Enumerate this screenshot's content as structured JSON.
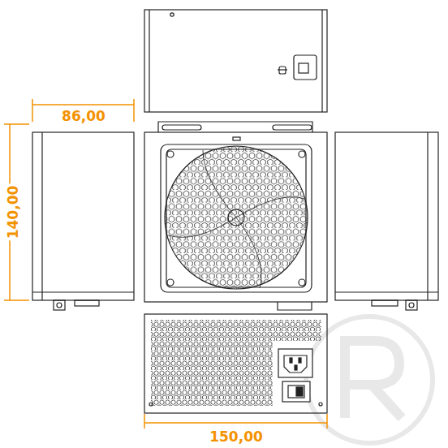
{
  "diagram": {
    "labels": [
      "86,00",
      "140,00",
      "150,00"
    ]
  }
}
